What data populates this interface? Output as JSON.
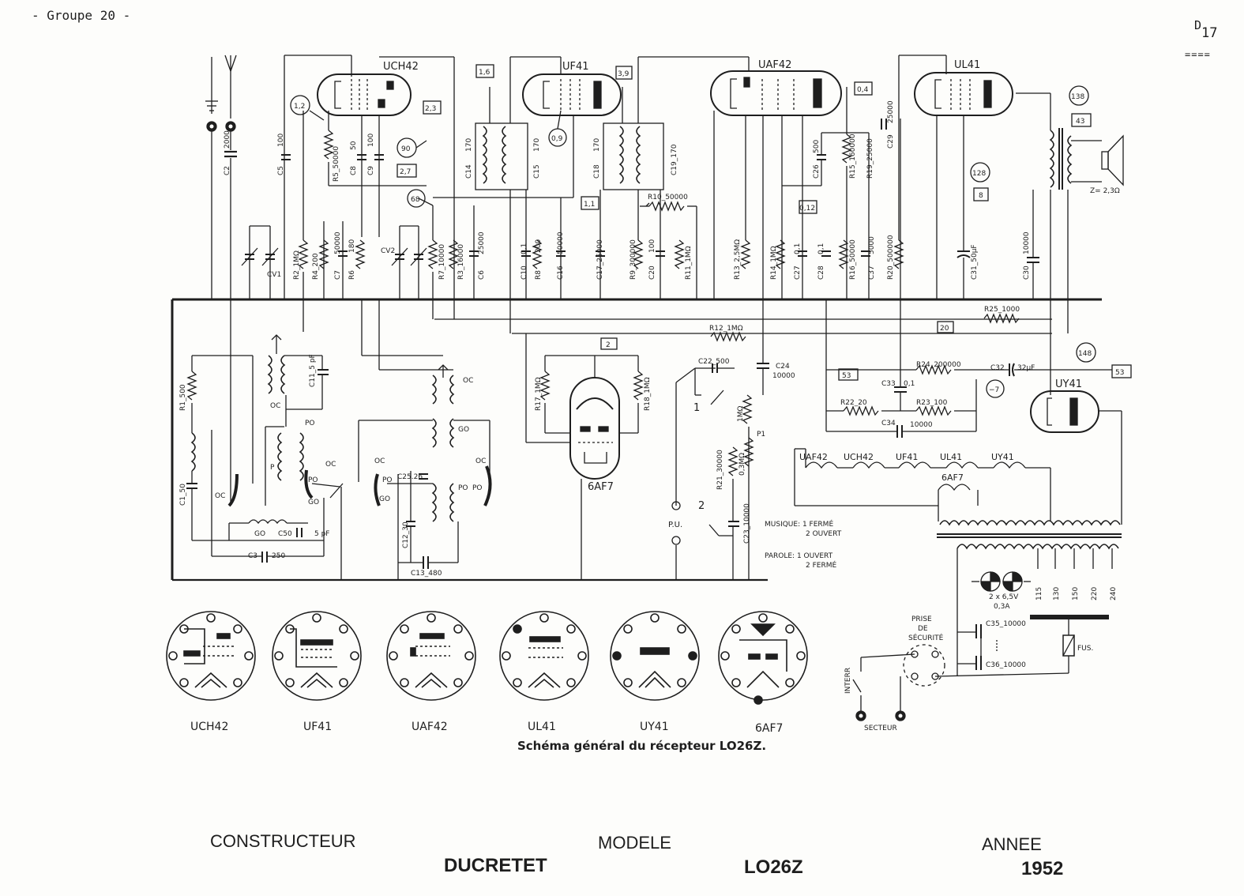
{
  "header": {
    "group": "- Groupe 20 -",
    "page_letter": "D",
    "page_number": "17",
    "page_rule": "===="
  },
  "tubes": [
    "UCH42",
    "UF41",
    "UAF42",
    "UL41",
    "UY41",
    "6AF7"
  ],
  "tube_bases": [
    "UCH42",
    "UF41",
    "UAF42",
    "UL41",
    "UY41",
    "6AF7"
  ],
  "heater_chain": [
    "UAF42",
    "UCH42",
    "UF41",
    "UL41",
    "UY41",
    "6AF7"
  ],
  "components": {
    "C2": "C2",
    "C2v": "2000",
    "C5": "C5",
    "C5v": "100",
    "R5": "R5_50000",
    "C8": "C8",
    "C8v": "50",
    "C9": "C9",
    "C9v": "100",
    "C14": "C14",
    "C14v": "170",
    "C15": "C15",
    "C15v": "170",
    "C18": "C18",
    "C18v": "170",
    "C19": "C19_170",
    "R10": "R10_50000",
    "C26": "C26",
    "C26v": "500",
    "R15": "R15_160000",
    "R19": "R19_25000",
    "C29": "C29",
    "C29v": "25000",
    "CV1": "CV1",
    "CV2": "CV2",
    "R2": "R2_1MΩ",
    "R4": "R4_200",
    "C7": "C7",
    "C7v": "50000",
    "R6": "R6",
    "R6v": "180",
    "R7": "R7_10000",
    "R3": "R3_16000",
    "C6": "C6",
    "C6v": "25000",
    "C10": "C10",
    "C10v": "0,1",
    "R8": "R8",
    "R8v": "200",
    "C16": "C16",
    "C16v": "50000",
    "C17": "C17_25000",
    "R9": "R9_300000",
    "C20": "C20",
    "C20v": "100",
    "R11": "R11_1MΩ",
    "R13": "R13_2,5MΩ",
    "R14": "R14_1MΩ",
    "C27": "C27",
    "C27v": "0,1",
    "C28": "C28",
    "C28v": "0,1",
    "R16": "R16_50000",
    "C37": "C37",
    "C37v": "5000",
    "R20": "R20_500000",
    "C31": "C31_50µF",
    "C30": "C30",
    "C30v": "10000",
    "R25": "R25_1000",
    "R12": "R12_1MΩ",
    "C22": "C22_500",
    "C24": "C24",
    "C24v": "10000",
    "R24": "R24_200000",
    "C32": "C32",
    "C32v": "32µF",
    "C33": "C33",
    "C33v": "0,1",
    "R22": "R22_20",
    "R23": "R23_100",
    "C34": "C34",
    "C34v": "10000",
    "R1": "R1_500",
    "C11": "C11_5 pF",
    "C1": "C1_50",
    "C50": "C50",
    "C50v": "5 pF",
    "C3": "C3",
    "C3v": "250",
    "C25": "C25.26",
    "C12": "C12_30",
    "C13": "C13_480",
    "R17": "R17_1MΩ",
    "R18": "R18_1MΩ",
    "P1": "P1",
    "P1v": "1MΩ",
    "R21": "R21_30000",
    "R21b": "0,3MΩ",
    "C23": "C23_10000",
    "C35": "C35_10000",
    "C36": "C36_10000"
  },
  "voltages": {
    "v12": "1,2",
    "v16": "1,6",
    "v23": "2,3",
    "v39": "3,9",
    "v90": "90",
    "v27": "2,7",
    "v09": "0,9",
    "v68": "68",
    "v11": "1,1",
    "v04": "0,4",
    "v012": "0,12",
    "v128": "128",
    "v8": "8",
    "v138": "138",
    "v43": "43",
    "v20": "20",
    "v2": "2",
    "v148": "148",
    "v53a": "53",
    "v53b": "53",
    "vm7": "−7"
  },
  "coil_labels": {
    "oc1": "OC",
    "oc2": "OC",
    "po1": "PO",
    "p": "P",
    "po2": "PO",
    "go1": "GO",
    "oc3": "OC",
    "go2": "GO",
    "oc4": "OC",
    "oc5": "OC",
    "go3": "GO",
    "po3": "PO",
    "go4": "GO",
    "po4": "PO",
    "oc6": "OC",
    "po5": "PO"
  },
  "labels": {
    "speaker": "Z= 2,3Ω",
    "pu": "P.U.",
    "sw1": "1",
    "sw2": "2",
    "musique1": "MUSIQUE: 1 FERMÉ",
    "musique2": "2 OUVERT",
    "parole1": "PAROLE: 1 OUVERT",
    "parole2": "2 FERMÉ",
    "lamp": "2 x 6,5V",
    "lamp2": "0,3A",
    "t115": "115",
    "t130": "130",
    "t150": "150",
    "t220": "220",
    "t240": "240",
    "prise1": "PRISE",
    "prise2": "DE",
    "prise3": "SÉCURITÉ",
    "interr": "INTERR",
    "secteur": "SECTEUR",
    "fus": "FUS."
  },
  "caption": "Schéma général du récepteur LO26Z.",
  "footer": {
    "constructeur_label": "CONSTRUCTEUR",
    "constructeur": "DUCRETET",
    "modele_label": "MODELE",
    "modele": "LO26Z",
    "annee_label": "ANNEE",
    "annee": "1952"
  }
}
